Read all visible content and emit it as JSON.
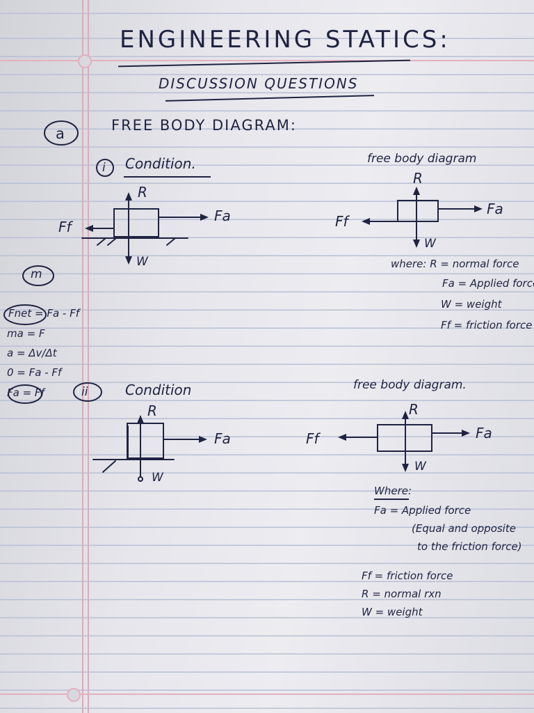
{
  "title": "ENGINEERING STATICS:",
  "subtitle": "DISCUSSION QUESTIONS",
  "question_number": "a",
  "section_heading": "FREE BODY DIAGRAM:",
  "cond1": {
    "number": "i",
    "label": "Condition.",
    "fbd_label": "free body diagram",
    "labels": {
      "r": "R",
      "fa": "Fa",
      "ff": "Ff",
      "w": "W"
    },
    "where": [
      "where: R = normal force",
      "Fa = Applied force",
      "W = weight",
      "Ff = friction force"
    ]
  },
  "side_notes": {
    "circled_m": "m",
    "fnet": "Fnet = Fa - Ff",
    "ma": "ma = F",
    "accel": "a = Δv/Δt",
    "zero": "0 = Fa - Ff",
    "result": "Fa = Ff"
  },
  "cond2": {
    "number": "ii",
    "label": "Condition",
    "fbd_label": "free body diagram.",
    "labels": {
      "r": "R",
      "fa": "Fa",
      "ff": "Ff",
      "w": "W"
    },
    "where_heading": "Where:",
    "where": [
      "Fa = Applied force",
      "(Equal and opposite",
      "to the friction force)",
      "Ff = friction force",
      "R = normal rxn",
      "W = weight"
    ]
  }
}
